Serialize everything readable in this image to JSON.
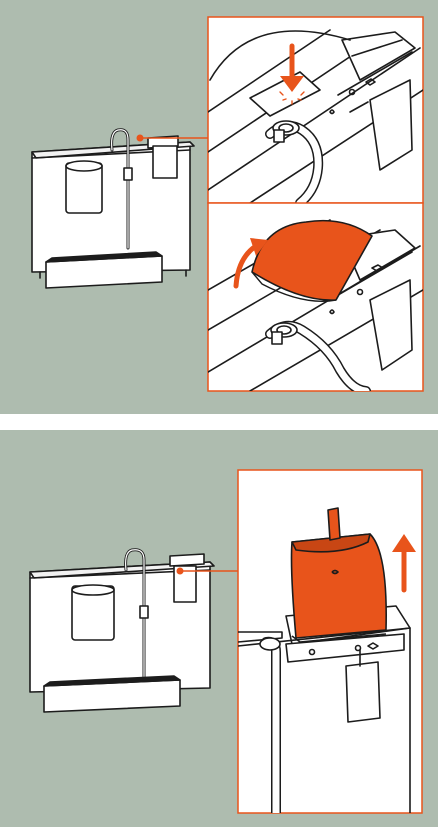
{
  "colors": {
    "background": "#aebcaf",
    "accent": "#e8541b",
    "line": "#1c1c1c",
    "fill": "#ffffff"
  },
  "steps": [
    {
      "id": "step-1",
      "description_icons": [
        "coffee-machine",
        "press-down-arrow",
        "flap-open-arrow"
      ]
    },
    {
      "id": "step-2",
      "description_icons": [
        "coffee-machine",
        "lift-up-arrow"
      ]
    }
  ]
}
